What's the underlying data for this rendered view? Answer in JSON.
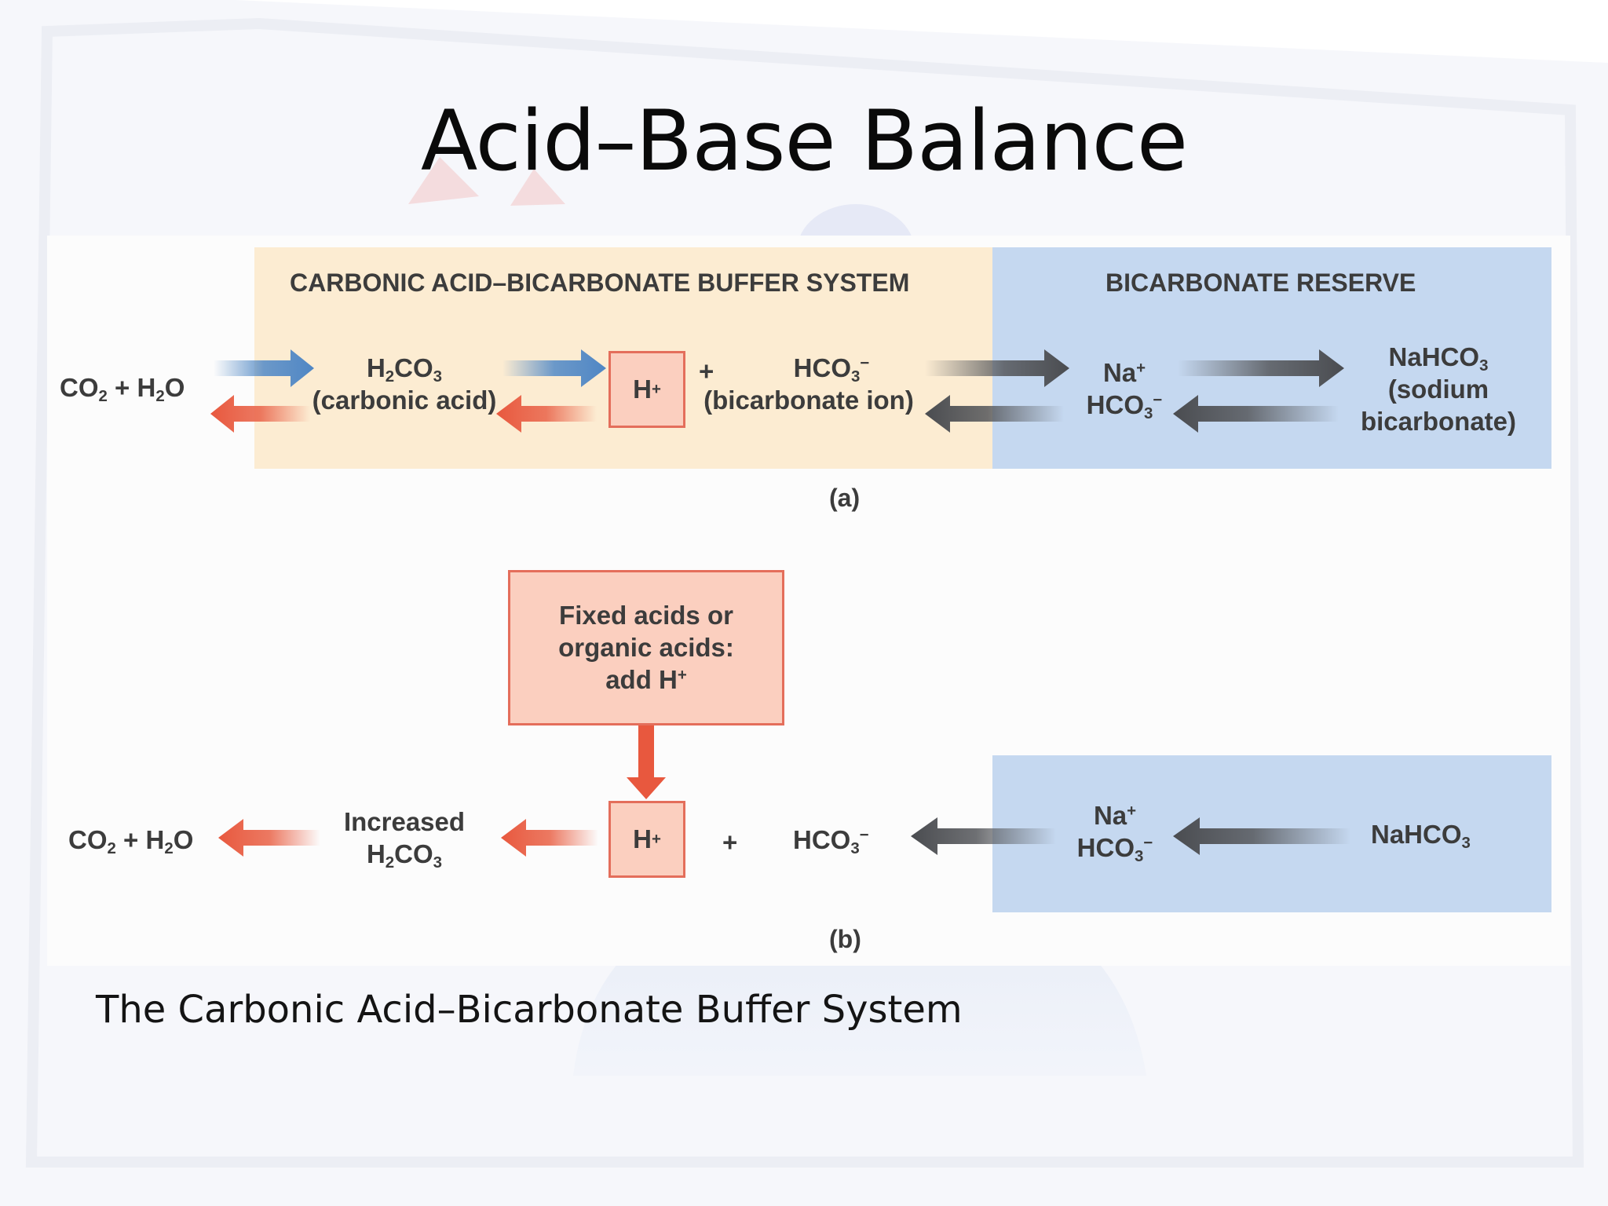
{
  "slide": {
    "title": "Acid–Base Balance",
    "caption": "The Carbonic Acid–Bicarbonate Buffer System"
  },
  "panel_a": {
    "header_left": "CARBONIC ACID–BICARBONATE BUFFER SYSTEM",
    "header_right": "BICARBONATE RESERVE",
    "co2_h2o": [
      "CO",
      "2",
      " + H",
      "2",
      "O"
    ],
    "h2co3": [
      "H",
      "2",
      "CO",
      "3"
    ],
    "carbonic_acid": "(carbonic acid)",
    "h_plus": [
      "H",
      "+"
    ],
    "plus": "+",
    "hco3": [
      "HCO",
      "3",
      "−"
    ],
    "bicarbonate_ion": "(bicarbonate ion)",
    "na_plus": [
      "Na",
      "+"
    ],
    "hco3_reserve": [
      "HCO",
      "3",
      "−"
    ],
    "nahco3": [
      "NaHCO",
      "3"
    ],
    "sodium": "(sodium",
    "bicarbonate": "bicarbonate)",
    "label": "(a)"
  },
  "panel_b": {
    "fixed_acids": [
      "Fixed acids or",
      "organic acids:",
      "add H",
      "+"
    ],
    "co2_h2o": [
      "CO",
      "2",
      " + H",
      "2",
      "O"
    ],
    "increased": "Increased",
    "h2co3": [
      "H",
      "2",
      "CO",
      "3"
    ],
    "h_plus": [
      "H",
      "+"
    ],
    "plus": "+",
    "hco3": [
      "HCO",
      "3",
      "−"
    ],
    "na_plus": [
      "Na",
      "+"
    ],
    "hco3_reserve": [
      "HCO",
      "3",
      "−"
    ],
    "nahco3": [
      "NaHCO",
      "3"
    ],
    "label": "(b)"
  },
  "colors": {
    "buffer_bg": "#fcecd2",
    "reserve_bg": "#c5d8f0",
    "h_box_fill": "#fbcfbf",
    "h_box_border": "#e46e5b",
    "arrow_blue": "#5b8fc8",
    "arrow_red": "#ea6a50",
    "arrow_gray": "#55575b"
  }
}
